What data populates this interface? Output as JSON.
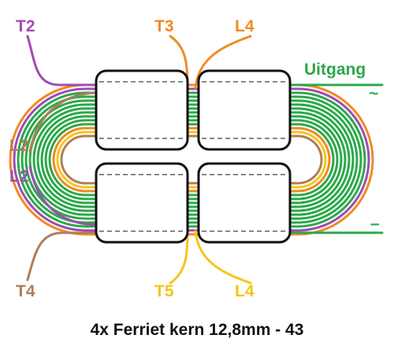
{
  "labels": {
    "t2": "T2",
    "t3": "T3",
    "l4_top": "L4",
    "uitgang": "Uitgang",
    "tilde": "~",
    "l2_upper": "L2",
    "l2_lower": "L2",
    "dash": "–",
    "t4": "T4",
    "t5": "T5",
    "l4_bottom": "L4"
  },
  "caption": "4x Ferriet kern 12,8mm - 43",
  "colors": {
    "green": "#2ca84a",
    "orange": "#f08a24",
    "purple": "#a04cb0",
    "brown": "#b07d58",
    "yellow": "#f5c518",
    "core": "#111111"
  }
}
